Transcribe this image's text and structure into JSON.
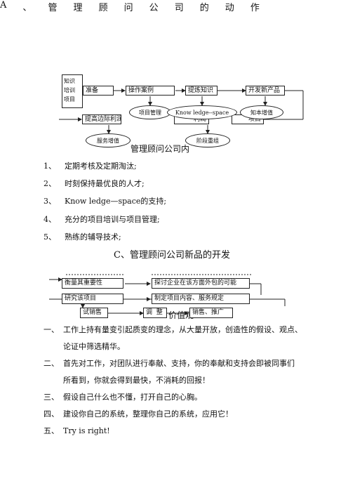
{
  "section_a": {
    "title_chars": [
      "A",
      "、",
      "管",
      "理",
      "顾",
      "问",
      "公",
      "司",
      "的",
      "动",
      "作"
    ],
    "left_box": "知识\n培训\n项目",
    "row1": [
      "准备",
      "操作案例",
      "提炼知识",
      "开发新产品"
    ],
    "row2_left": "提高边际利润",
    "row2_mid": "利润",
    "row2_right": "项目",
    "ellipses": [
      "项目管理",
      "Know ledge--space",
      "知本增值"
    ],
    "ellipses_bottom": [
      "服务增值",
      "阶段重组"
    ]
  },
  "section_b": {
    "title": "管理顾问公司内",
    "items": [
      {
        "num": "1、",
        "text": "定期考核及定期淘汰;"
      },
      {
        "num": "2、",
        "text": "时刻保持最优良的人才;"
      },
      {
        "num": "3、",
        "text": "Know ledge—space的支持;"
      },
      {
        "num": "4、",
        "text": "充分的项目培训与项目管理;"
      },
      {
        "num": "5、",
        "text": "熟练的辅导技术;"
      }
    ]
  },
  "section_c": {
    "title": "C、管理顾问公司新品的开发",
    "boxes_left": [
      "衡量其重要性",
      "研究该项目",
      "试销售"
    ],
    "boxes_right": [
      "探讨企业在该方面外包的可能",
      "制定项目内容、服务规定"
    ],
    "box_adjust": "调  整",
    "box_sales": "销售、推广",
    "partial_heading": "价值观"
  },
  "section_d": {
    "items": [
      {
        "num": "一、",
        "lines": [
          "工作上持有量变引起质变的理念，从大量开放，创造性的假设、观点、",
          "论证中筛选精华。"
        ]
      },
      {
        "num": "二、",
        "lines": [
          "首先对工作，对团队进行奉献、支持，你的奉献和支持会即被同事们",
          "所看到，你就会得到最快，不消耗的回报！"
        ]
      },
      {
        "num": "三、",
        "lines": [
          "假设自己什么也不懂，打开自己的心胸。"
        ]
      },
      {
        "num": "四、",
        "lines": [
          "建设你自己的系统，整理你自己的系统，应用它！"
        ]
      },
      {
        "num": "五、",
        "lines": [
          "Try is right!"
        ]
      }
    ]
  }
}
